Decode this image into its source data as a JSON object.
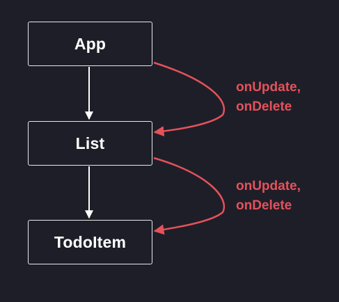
{
  "diagram": {
    "nodes": [
      {
        "id": "app",
        "label": "App"
      },
      {
        "id": "list",
        "label": "List"
      },
      {
        "id": "todoitem",
        "label": "TodoItem"
      }
    ],
    "edges": [
      {
        "from": "app",
        "to": "list",
        "kind": "props"
      },
      {
        "from": "list",
        "to": "todoitem",
        "kind": "props"
      }
    ],
    "callbacks": [
      {
        "from": "app",
        "to": "list",
        "lines": [
          "onUpdate,",
          "onDelete"
        ]
      },
      {
        "from": "list",
        "to": "todoitem",
        "lines": [
          "onUpdate,",
          "onDelete"
        ]
      }
    ]
  },
  "colors": {
    "background": "#1e1e28",
    "node_border": "#e8e8ee",
    "node_text": "#ffffff",
    "arrow": "#ffffff",
    "callback": "#e4525b"
  }
}
